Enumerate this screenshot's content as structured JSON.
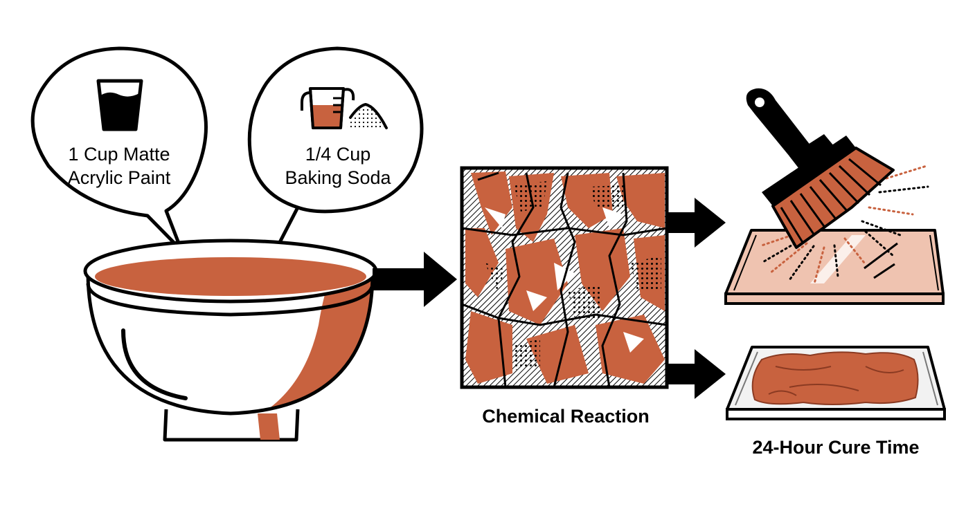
{
  "colors": {
    "rust": "#c8623f",
    "rust_light": "#efc3b0",
    "outline": "#000000",
    "background": "#ffffff"
  },
  "ingredients": [
    {
      "line1": "1 Cup Matte",
      "line2": "Acrylic Paint",
      "icon": "glass-icon"
    },
    {
      "line1": "1/4 Cup",
      "line2": "Baking Soda",
      "icon": "measuring-cup-powder-icon"
    }
  ],
  "steps": {
    "reaction_label": "Chemical Reaction",
    "cure_label": "24-Hour Cure Time"
  },
  "icons": [
    "mixing-bowl-icon",
    "arrow-right-icon",
    "brush-icon",
    "tray-icon",
    "rust-texture-icon"
  ]
}
